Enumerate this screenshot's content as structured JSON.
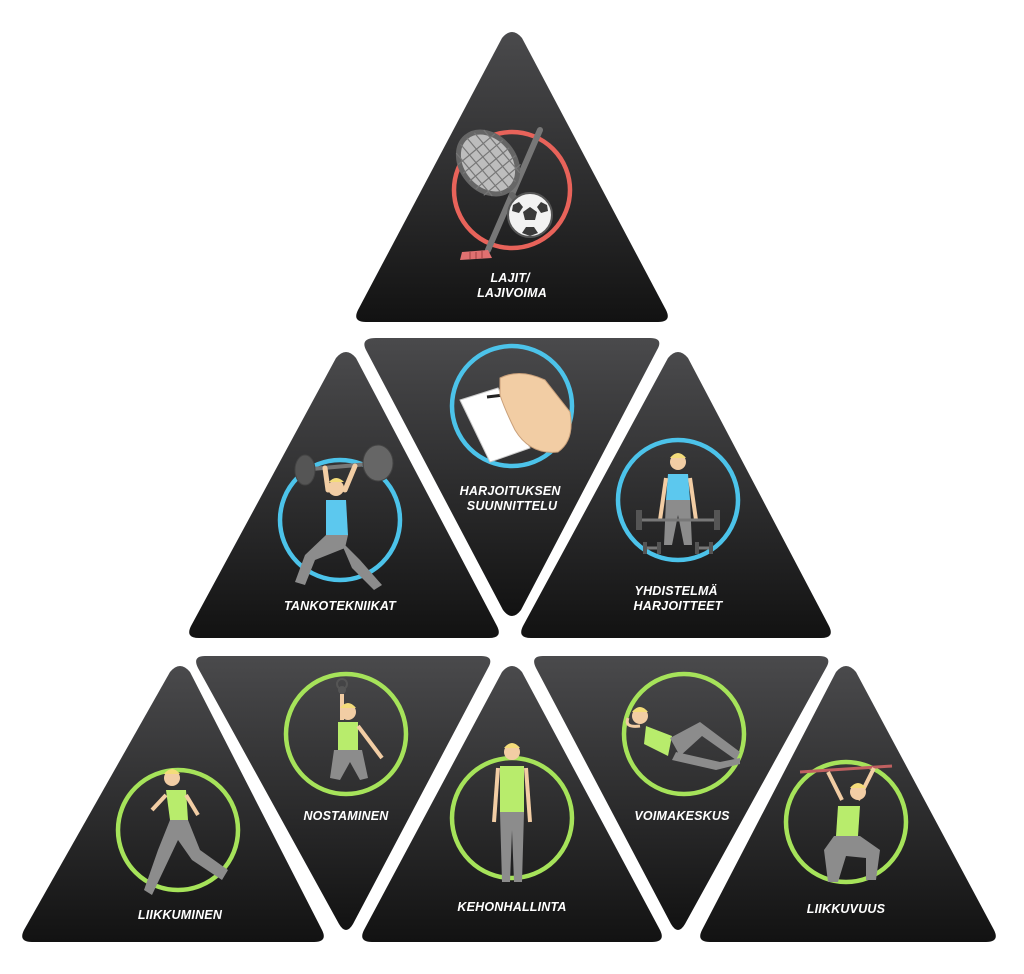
{
  "pyramid": {
    "tiles": [
      {
        "id": "lajit",
        "label_lines": [
          "LAJIT/",
          "LAJIVOIMA"
        ],
        "ring_color": "#e8635a",
        "icon": "sports-equipment-icon",
        "level": 1
      },
      {
        "id": "tankotekniikat",
        "label_lines": [
          "TANKOTEKNIIKAT"
        ],
        "ring_color": "#4cc3ea",
        "icon": "overhead-barbell-lift-icon",
        "level": 2
      },
      {
        "id": "suunnittelu",
        "label_lines": [
          "HARJOITUKSEN",
          "SUUNNITTELU"
        ],
        "ring_color": "#4cc3ea",
        "icon": "hand-writing-plan-icon",
        "level": 2
      },
      {
        "id": "yhdistelma",
        "label_lines": [
          "YHDISTELMÄ",
          "HARJOITTEET"
        ],
        "ring_color": "#4cc3ea",
        "icon": "deadlift-icon",
        "level": 2
      },
      {
        "id": "liikkuminen",
        "label_lines": [
          "LIIKKUMINEN"
        ],
        "ring_color": "#a6e35a",
        "icon": "running-figure-icon",
        "level": 3
      },
      {
        "id": "nostaminen",
        "label_lines": [
          "NOSTAMINEN"
        ],
        "ring_color": "#a6e35a",
        "icon": "squat-kettlebell-icon",
        "level": 3
      },
      {
        "id": "kehonhallinta",
        "label_lines": [
          "KEHONHALLINTA"
        ],
        "ring_color": "#a6e35a",
        "icon": "standing-figure-icon",
        "level": 3
      },
      {
        "id": "voimakeskus",
        "label_lines": [
          "VOIMAKESKUS"
        ],
        "ring_color": "#a6e35a",
        "icon": "crunch-figure-icon",
        "level": 3
      },
      {
        "id": "liikkuvuus",
        "label_lines": [
          "LIIKKUVUUS"
        ],
        "ring_color": "#a6e35a",
        "icon": "overhead-squat-stick-icon",
        "level": 3
      }
    ]
  },
  "colors": {
    "tile_top": "#4a4a4c",
    "tile_bottom": "#121212",
    "figure_skin": "#f2cda4",
    "figure_hair": "#f4dc7a",
    "figure_pants": "#8c8c8c",
    "top_blue": "#5cc8ee",
    "top_green": "#b8ec6c"
  }
}
